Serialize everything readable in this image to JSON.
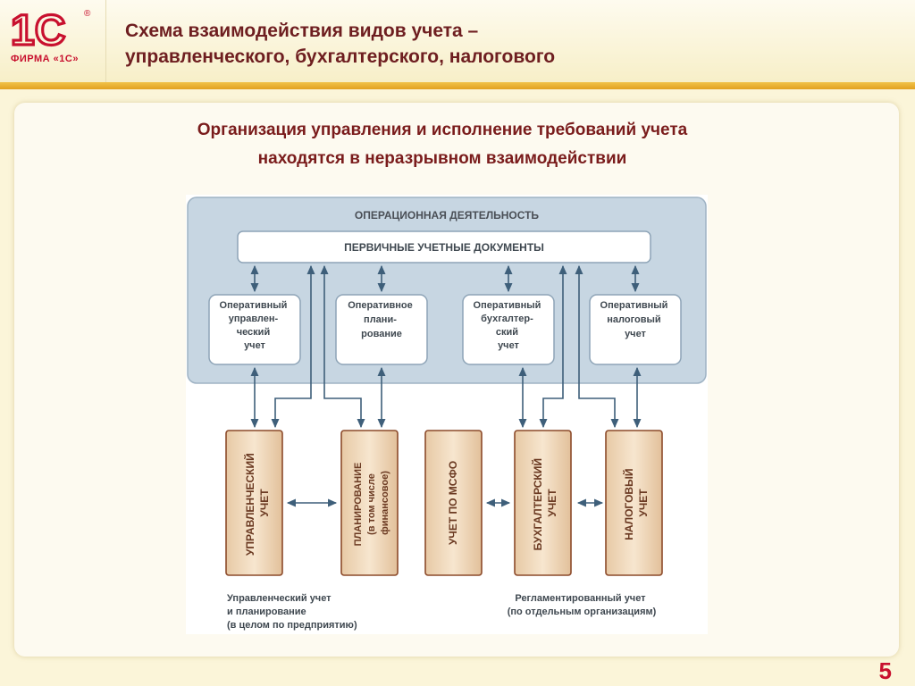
{
  "header": {
    "logo_mark": "1С",
    "logo_caption": "ФИРМА «1С»",
    "registered": "®",
    "title": "Схема взаимодействия видов учета –\nуправленческого, бухгалтерского, налогового"
  },
  "subtitle": "Организация управления и исполнение требований учета\nнаходятся в неразрывном взаимодействии",
  "diagram": {
    "ops_title": "ОПЕРАЦИОННАЯ ДЕЯТЕЛЬНОСТЬ",
    "docs_title": "ПЕРВИЧНЫЕ УЧЕТНЫЕ ДОКУМЕНТЫ",
    "operational_boxes": [
      [
        "Оперативный",
        "управлен-",
        "ческий",
        "учет"
      ],
      [
        "Оперативное",
        "плани-",
        "рование"
      ],
      [
        "Оперативный",
        "бухгалтер-",
        "ский",
        "учет"
      ],
      [
        "Оперативный",
        "налоговый",
        "учет"
      ]
    ],
    "accounting_columns": [
      [
        "УПРАВЛЕНЧЕСКИЙ",
        "УЧЕТ"
      ],
      [
        "ПЛАНИРОВАНИЕ",
        "(в том числе",
        "финансовое)"
      ],
      [
        "УЧЕТ ПО МСФО"
      ],
      [
        "БУХГАЛТЕРСКИЙ",
        "УЧЕТ"
      ],
      [
        "НАЛОГОВЫЙ",
        "УЧЕТ"
      ]
    ],
    "caption_left": [
      "Управленческий учет",
      "и планирование",
      "(в целом по предприятию)"
    ],
    "caption_right": [
      "Регламентированный учет",
      "(по отдельным организациям)"
    ]
  },
  "colors": {
    "brand_red": "#c8102e",
    "title_text": "#6e1e20",
    "ops_panel": "#c7d6e2",
    "column_fill": "#f2dcc0",
    "column_border": "#8c4a2a",
    "arrow": "#3e5f7a"
  },
  "page_number": "5"
}
